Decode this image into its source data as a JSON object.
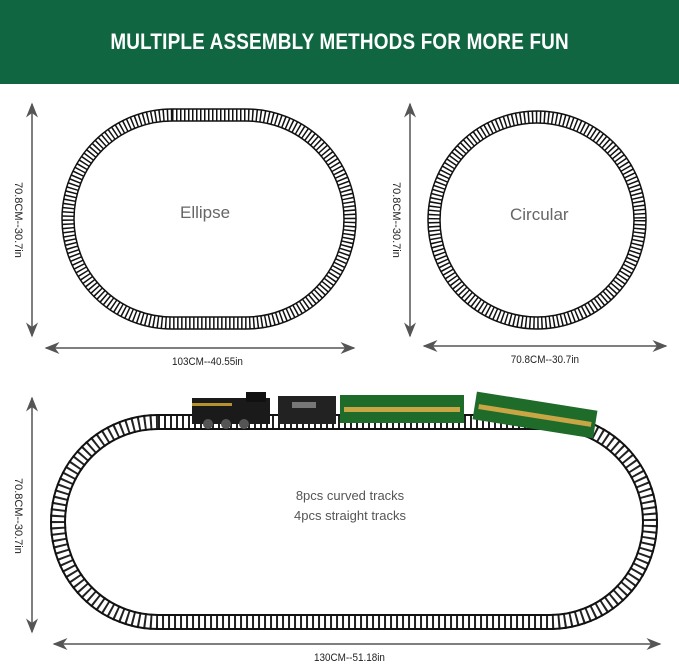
{
  "banner": {
    "title": "MULTIPLE ASSEMBLY METHODS FOR MORE FUN",
    "color": "#0f6641"
  },
  "ellipse": {
    "label": "Ellipse",
    "width": "103CM--40.55in",
    "height": "70.8CM--30.7in"
  },
  "circular": {
    "label": "Circular",
    "width": "70.8CM--30.7in",
    "height": "70.8CM--30.7in"
  },
  "oval": {
    "info_1": "8pcs curved tracks",
    "info_2": "4pcs straight tracks",
    "width": "130CM--51.18in",
    "height": "70.8CM--30.7in"
  }
}
